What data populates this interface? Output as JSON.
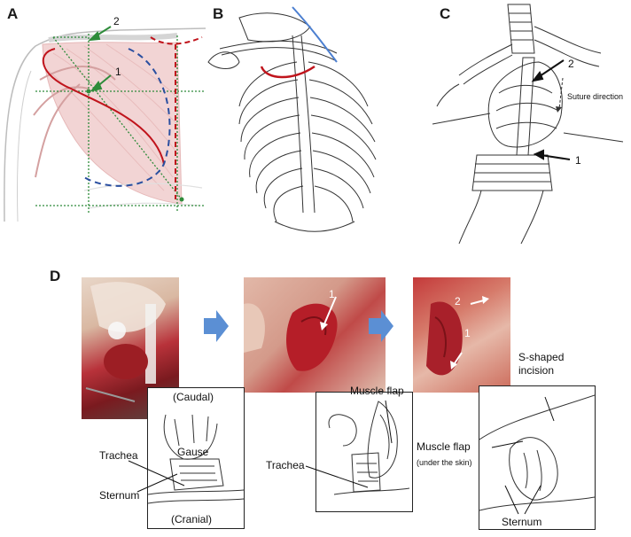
{
  "panels": {
    "A": {
      "letter": "A",
      "numbers": [
        "2",
        "1"
      ]
    },
    "B": {
      "letter": "B"
    },
    "C": {
      "letter": "C",
      "numbers": [
        "2",
        "1"
      ],
      "suture_label": "Suture direction"
    },
    "D": {
      "letter": "D",
      "step1": {
        "caudal": "(Caudal)",
        "gause": "Gause",
        "trachea": "Trachea",
        "sternum": "Sternum",
        "cranial": "(Cranial)"
      },
      "step2": {
        "number": "1",
        "muscle_flap": "Muscle flap",
        "trachea": "Trachea"
      },
      "step3": {
        "number1": "1",
        "number2": "2",
        "s_incision": "S-shaped\nincision",
        "muscle_flap": "Muscle flap",
        "under_skin": "(under the skin)",
        "sternum": "Sternum"
      }
    }
  },
  "colors": {
    "muscle_fill": "#f2d4d4",
    "red_line": "#c0141c",
    "blue_dash": "#2b4fa0",
    "green_dot": "#2e8b3a",
    "arrow_blue": "#5b8fd4",
    "photo_tissue": "#b8323a"
  }
}
